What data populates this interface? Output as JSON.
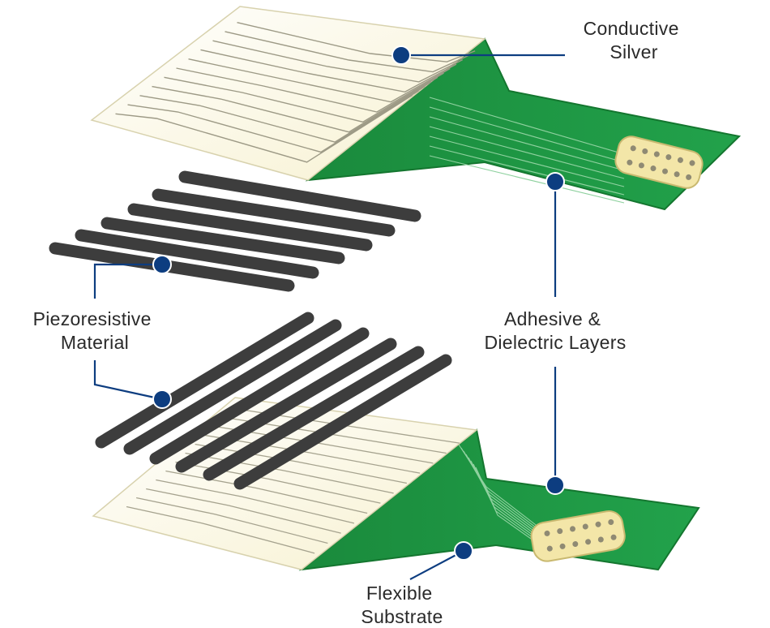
{
  "labels": {
    "conductive_silver": [
      "Conductive",
      "Silver"
    ],
    "piezoresistive_material": [
      "Piezoresistive",
      "Material"
    ],
    "adhesive_dielectric_layers": [
      "Adhesive &",
      "Dielectric Layers"
    ],
    "flexible_substrate": [
      "Flexible",
      "Substrate"
    ]
  },
  "colors": {
    "substrate_green": "#1f9a45",
    "substrate_edge": "#147a33",
    "sheet": "#fbf8e6",
    "strip": "#3d3d3d",
    "callout": "#0d3d80",
    "connector_pad": "#f3e6a8"
  }
}
